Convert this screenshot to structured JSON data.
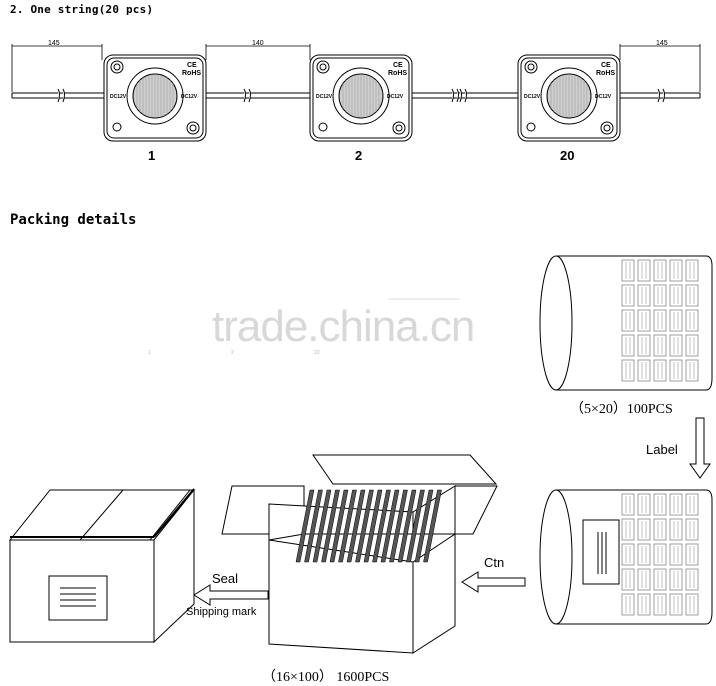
{
  "section1": {
    "title": "2. One string(20 pcs)",
    "dims": {
      "left": "145",
      "middle": "140",
      "right": "145"
    },
    "modules": [
      {
        "number": "1",
        "cert1": "CE",
        "cert2": "RoHS",
        "voltage": "DC12V"
      },
      {
        "number": "2",
        "cert1": "CE",
        "cert2": "RoHS",
        "voltage": "DC12V"
      },
      {
        "number": "20",
        "cert1": "CE",
        "cert2": "RoHS",
        "voltage": "DC12V"
      }
    ]
  },
  "section2": {
    "title": "Packing details",
    "watermark": "trade.china.cn",
    "ghost_numbers": [
      "1",
      "2",
      "20"
    ],
    "bag_caption": "（5×20）100PCS",
    "label_text": "Label",
    "ctn_text": "Ctn",
    "seal_text": "Seal",
    "shipping_mark": "Shipping mark",
    "carton_caption": "（16×100）  1600PCS"
  }
}
